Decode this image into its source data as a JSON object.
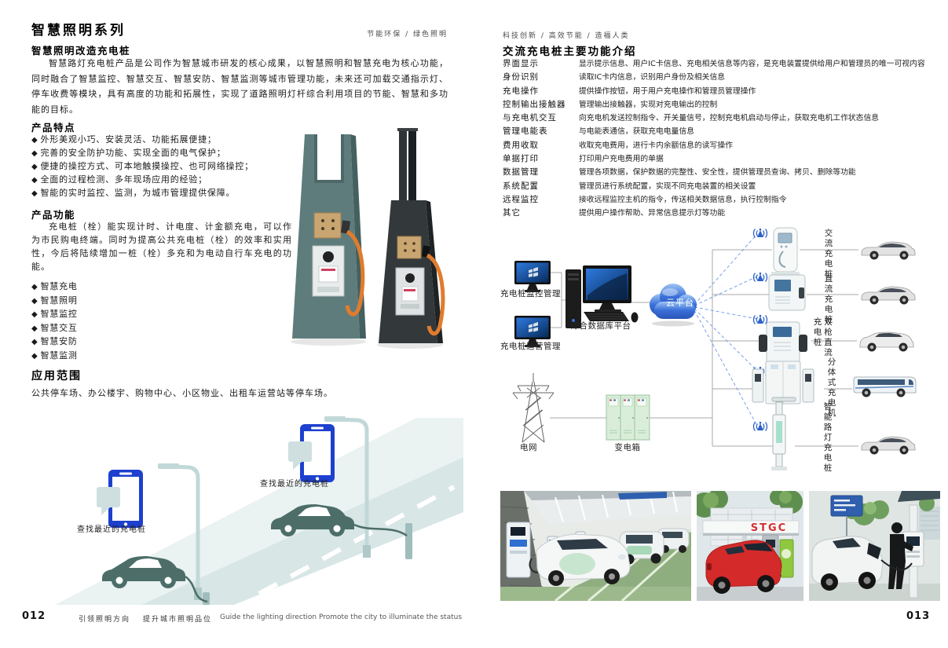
{
  "glyphs": {
    "diamond": "◆"
  },
  "colors": {
    "phone_blue": "#1d40cf",
    "cloud_blue": "#3a6fd8",
    "cable_orange": "#e07c2e",
    "car_teal": "#4d6e68",
    "stgc_red": "#d23030",
    "transformer_green": "#d9edd9"
  },
  "page_left": {
    "title": "智慧照明系列",
    "tagline": "节能环保 / 绿色照明",
    "section1": {
      "heading": "智慧照明改造充电桩",
      "body": "智慧路灯充电桩产品是公司作为智慧城市研发的核心成果，以智慧照明和智慧充电为核心功能，同时融合了智慧监控、智慧交互、智慧安防、智慧监测等城市管理功能，未来还可加载交通指示灯、停车收费等模块，具有高度的功能和拓展性，实现了道路照明灯杆综合利用项目的节能、智慧和多功能的目标。"
    },
    "features": {
      "heading": "产品特点",
      "items": [
        "外形美观小巧、安装灵活、功能拓展便捷；",
        "完善的安全防护功能、实现全面的电气保护；",
        "便捷的操控方式、可本地触摸操控、也可网络操控；",
        "全面的过程检测、多年现场应用的经验；",
        "智能的实时监控、监测，为城市管理提供保障。"
      ]
    },
    "functions": {
      "heading": "产品功能",
      "body": "充电桩（栓）能实现计时、计电度、计金额充电，可以作为市民购电终端。同时为提高公共充电桩（栓）的效率和实用性，今后将陆续增加一桩（栓）多充和为电动自行车充电的功能。",
      "items": [
        "智慧充电",
        "智慧照明",
        "智慧监控",
        "智慧交互",
        "智慧安防",
        "智慧监测"
      ]
    },
    "application": {
      "heading": "应用范围",
      "body": "公共停车场、办公楼宇、购物中心、小区物业、出租车运营站等停车场。"
    },
    "illustration": {
      "phone_label": "查找最近的充电桩"
    },
    "footer": {
      "page_number": "012",
      "slogan_cn_1": "引领照明方向",
      "slogan_cn_2": "提升城市照明品位",
      "slogan_en": "Guide the lighting direction Promote the city to illuminate the status"
    }
  },
  "page_right": {
    "tagline": "科技创新 / 高效节能 / 造福人类",
    "title": "交流充电桩主要功能介绍",
    "functions": [
      {
        "term": "界面显示",
        "desc": "显示提示信息、用户IC卡信息、充电相关信息等内容，是充电装置提供给用户和管理员的唯一可视内容"
      },
      {
        "term": "身份识别",
        "desc": "读取IC卡内信息，识别用户身份及相关信息"
      },
      {
        "term": "充电操作",
        "desc": "提供操作按钮，用于用户充电操作和管理员管理操作"
      },
      {
        "term": "控制输出接触器",
        "desc": "管理输出接触器，实现对充电输出的控制"
      },
      {
        "term": "与充电机交互",
        "desc": "向充电机发送控制指令、开关量信号，控制充电机启动与停止，获取充电机工作状态信息"
      },
      {
        "term": "管理电能表",
        "desc": "与电能表通信，获取充电电量信息"
      },
      {
        "term": "费用收取",
        "desc": "收取充电费用，进行卡内余额信息的读写操作"
      },
      {
        "term": "单据打印",
        "desc": "打印用户充电费用的单据"
      },
      {
        "term": "数据管理",
        "desc": "管理各项数据，保护数据的完整性、安全性，提供管理员查询、拷贝、删除等功能"
      },
      {
        "term": "系统配置",
        "desc": "管理员进行系统配置，实现不同充电装置的相关设置"
      },
      {
        "term": "远程监控",
        "desc": "接收远程监控主机的指令，传送相关数据信息，执行控制指令"
      },
      {
        "term": "其它",
        "desc": "提供用户操作帮助、异常信息提示灯等功能"
      }
    ],
    "diagram": {
      "monitor1_label": "充电桩监控管理",
      "monitor2_label": "充电桩运营管理",
      "server_label": "综合数据库平台",
      "cloud_label": "云平台",
      "grid_label": "电网",
      "transformer_label": "变电箱",
      "pile_labels": [
        "交流充电桩",
        "直流充电桩",
        "双枪直流充电桩",
        "分体式充电机",
        "智能路灯充电桩"
      ]
    },
    "photos": {
      "photo2_sign": "STGC"
    },
    "footer": {
      "page_number": "013"
    }
  }
}
